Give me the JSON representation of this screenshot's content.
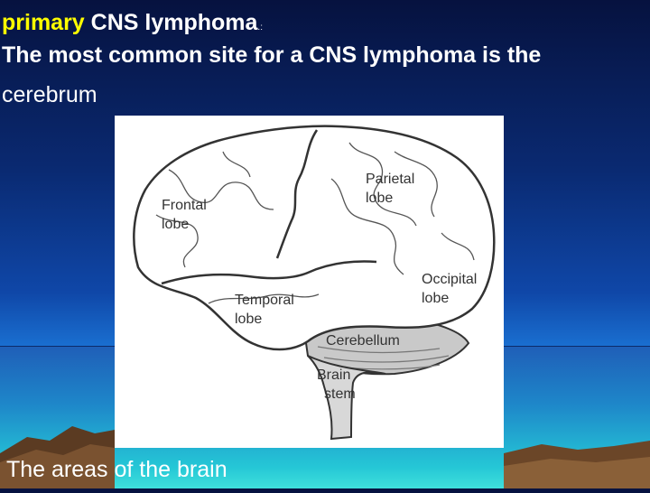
{
  "slide": {
    "title_highlight": "primary",
    "title_main": " CNS lymphoma",
    "title_suffix": ".:",
    "line2": "The most common site for a CNS lymphoma is the",
    "line3": "cerebrum",
    "caption": "The areas of the brain"
  },
  "diagram": {
    "labels": {
      "frontal_1": "Frontal",
      "frontal_2": "lobe",
      "parietal_1": "Parietal",
      "parietal_2": "lobe",
      "occipital_1": "Occipital",
      "occipital_2": "lobe",
      "temporal_1": "Temporal",
      "temporal_2": "lobe",
      "cerebellum": "Cerebellum",
      "brainstem_1": "Brain",
      "brainstem_2": "stem"
    }
  },
  "colors": {
    "highlight": "#ffff00",
    "text": "#ffffff",
    "brain_fill": "#ffffff",
    "brain_outline": "#333333",
    "cerebellum_fill": "#c9c9c9"
  }
}
